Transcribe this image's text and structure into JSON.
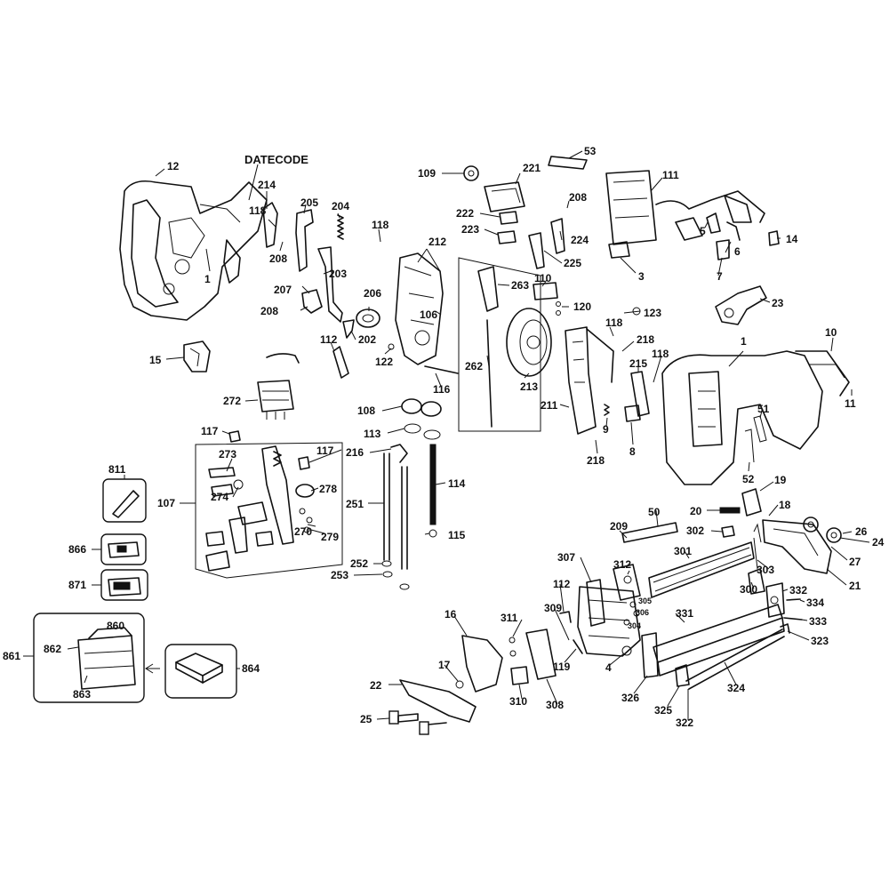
{
  "diagram_title": "DATECODE",
  "labels": [
    "12",
    "1",
    "214",
    "205",
    "204",
    "118",
    "208",
    "207",
    "208",
    "206",
    "202",
    "112",
    "203",
    "118",
    "15",
    "272",
    "117",
    "109",
    "221",
    "53",
    "222",
    "223",
    "208",
    "224",
    "225",
    "212",
    "263",
    "110",
    "120",
    "106",
    "123",
    "122",
    "262",
    "116",
    "213",
    "111",
    "5",
    "6",
    "7",
    "14",
    "3",
    "23",
    "118",
    "218",
    "215",
    "118",
    "1",
    "10",
    "11",
    "211",
    "9",
    "8",
    "218",
    "51",
    "52",
    "108",
    "113",
    "216",
    "114",
    "115",
    "251",
    "252",
    "253",
    "117",
    "273",
    "274",
    "278",
    "270",
    "279",
    "107",
    "811",
    "866",
    "871",
    "860",
    "862",
    "861",
    "863",
    "864",
    "19",
    "20",
    "18",
    "26",
    "24",
    "27",
    "21",
    "50",
    "209",
    "302",
    "301",
    "303",
    "300",
    "332",
    "334",
    "333",
    "323",
    "307",
    "312",
    "305",
    "306",
    "304",
    "112",
    "309",
    "311",
    "16",
    "119",
    "4",
    "331",
    "326",
    "17",
    "22",
    "310",
    "308",
    "324",
    "325",
    "322",
    "25"
  ]
}
